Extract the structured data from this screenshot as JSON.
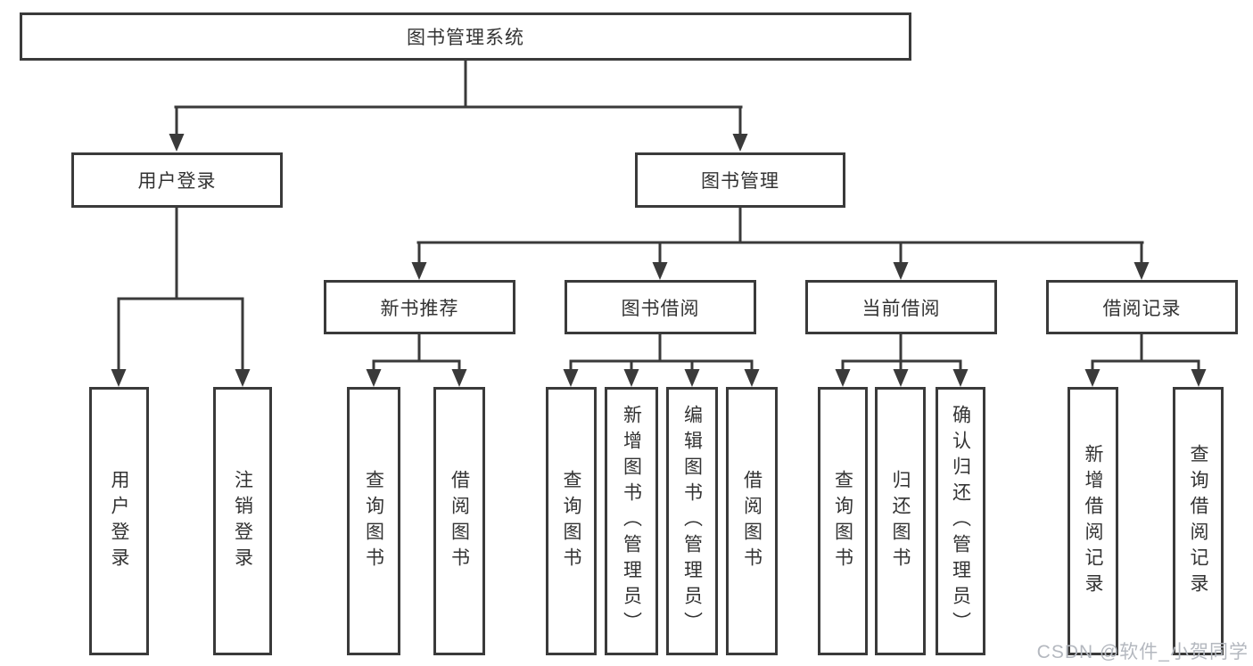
{
  "theme": {
    "background": "#ffffff",
    "line_color": "#3a3a3a",
    "box_border_color": "#3a3a3a",
    "box_fill": "#ffffff",
    "text_color": "#333333",
    "watermark_color": "#b4b8bf"
  },
  "tree": {
    "root": "图书管理系统",
    "children": [
      {
        "label": "用户登录",
        "children": [
          "用户登录",
          "注销登录"
        ]
      },
      {
        "label": "图书管理",
        "children": [
          {
            "label": "新书推荐",
            "children": [
              "查询图书",
              "借阅图书"
            ]
          },
          {
            "label": "图书借阅",
            "children": [
              "查询图书",
              "新增图书（管理员）",
              "编辑图书（管理员）",
              "借阅图书"
            ]
          },
          {
            "label": "当前借阅",
            "children": [
              "查询图书",
              "归还图书",
              "确认归还（管理员）"
            ]
          },
          {
            "label": "借阅记录",
            "children": [
              "新增借阅记录",
              "查询借阅记录"
            ]
          }
        ]
      }
    ]
  },
  "watermark": {
    "text": "CSDN @软件_小贺同学"
  }
}
